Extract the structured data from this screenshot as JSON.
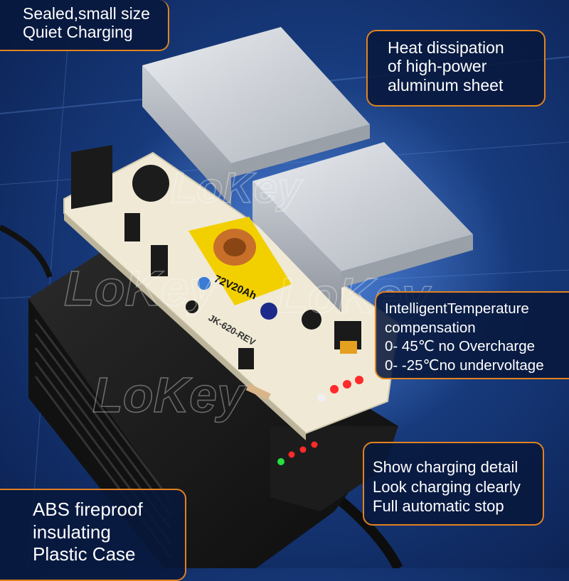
{
  "image": {
    "description_free": true,
    "watermark": "LoKey",
    "colors": {
      "background_blue": "#1d4a99",
      "callout_border": "#e2821f",
      "callout_fill": "#0a1a3f",
      "text": "#ffffff",
      "case_black": "#1a1a1a",
      "heatsink_silver": "#c7cbd2",
      "pcb_cream": "#efe9d6",
      "transformer_yellow": "#f2d000",
      "led_red": "#ff2a2a",
      "led_green": "#27e040"
    },
    "transformer_label": "72V20Ah",
    "board_label": "JK-620-REV"
  },
  "callouts": {
    "sealed": {
      "lines": [
        "Sealed,small size",
        "Quiet Charging"
      ]
    },
    "heat": {
      "lines": [
        "Heat dissipation",
        "of high-power",
        "aluminum sheet"
      ]
    },
    "temp": {
      "lines": [
        "IntelligentTemperature",
        "compensation",
        "0- 45℃ no Overcharge",
        "0- -25℃no undervoltage"
      ]
    },
    "charging": {
      "lines": [
        "Show charging detail",
        "Look charging clearly",
        "Full automatic stop"
      ]
    },
    "abs": {
      "lines": [
        "ABS fireproof",
        "insulating",
        "Plastic Case"
      ]
    }
  }
}
